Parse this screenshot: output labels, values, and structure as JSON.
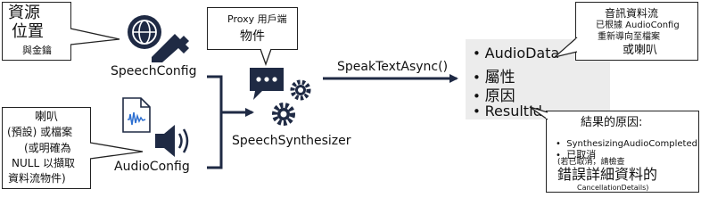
{
  "speech_config": {
    "callout_lines": [
      "資源",
      "位置",
      "與金鑰"
    ],
    "label": "SpeechConfig",
    "icons": [
      "globe-icon",
      "key-icon"
    ]
  },
  "audio_config": {
    "callout_lines": [
      "喇叭",
      "(預設) 或檔案",
      "(或明確為",
      "NULL 以擷取",
      "資料流物件)"
    ],
    "label": "AudioConfig",
    "icons": [
      "audio-file-icon",
      "speaker-icon"
    ]
  },
  "proxy": {
    "callout_lines": [
      "Proxy 用戶端",
      "物件"
    ],
    "icons": [
      "chat-bubble-icon",
      "gear-icon"
    ]
  },
  "synthesizer": {
    "label": "SpeechSynthesizer"
  },
  "method": {
    "label": "SpeakTextAsync()"
  },
  "result": {
    "items": [
      "AudioData",
      "屬性",
      "原因",
      "ResultId"
    ]
  },
  "audio_callout": {
    "lines": [
      "音訊資料流",
      "已根據 AudioConfig",
      "重新導向至檔案",
      "或喇叭"
    ]
  },
  "reason_callout": {
    "title": "結果的原因:",
    "bullets": [
      "SynthesizingAudioCompleted",
      "已取消"
    ],
    "note": "(若已取消，請檢查",
    "note_big": "錯誤詳細資料的",
    "note_small": "CancellationDetails)"
  },
  "colors": {
    "icon_navy": "#1f2a44",
    "highlight": "#ececec",
    "line": "#1f2a44"
  }
}
